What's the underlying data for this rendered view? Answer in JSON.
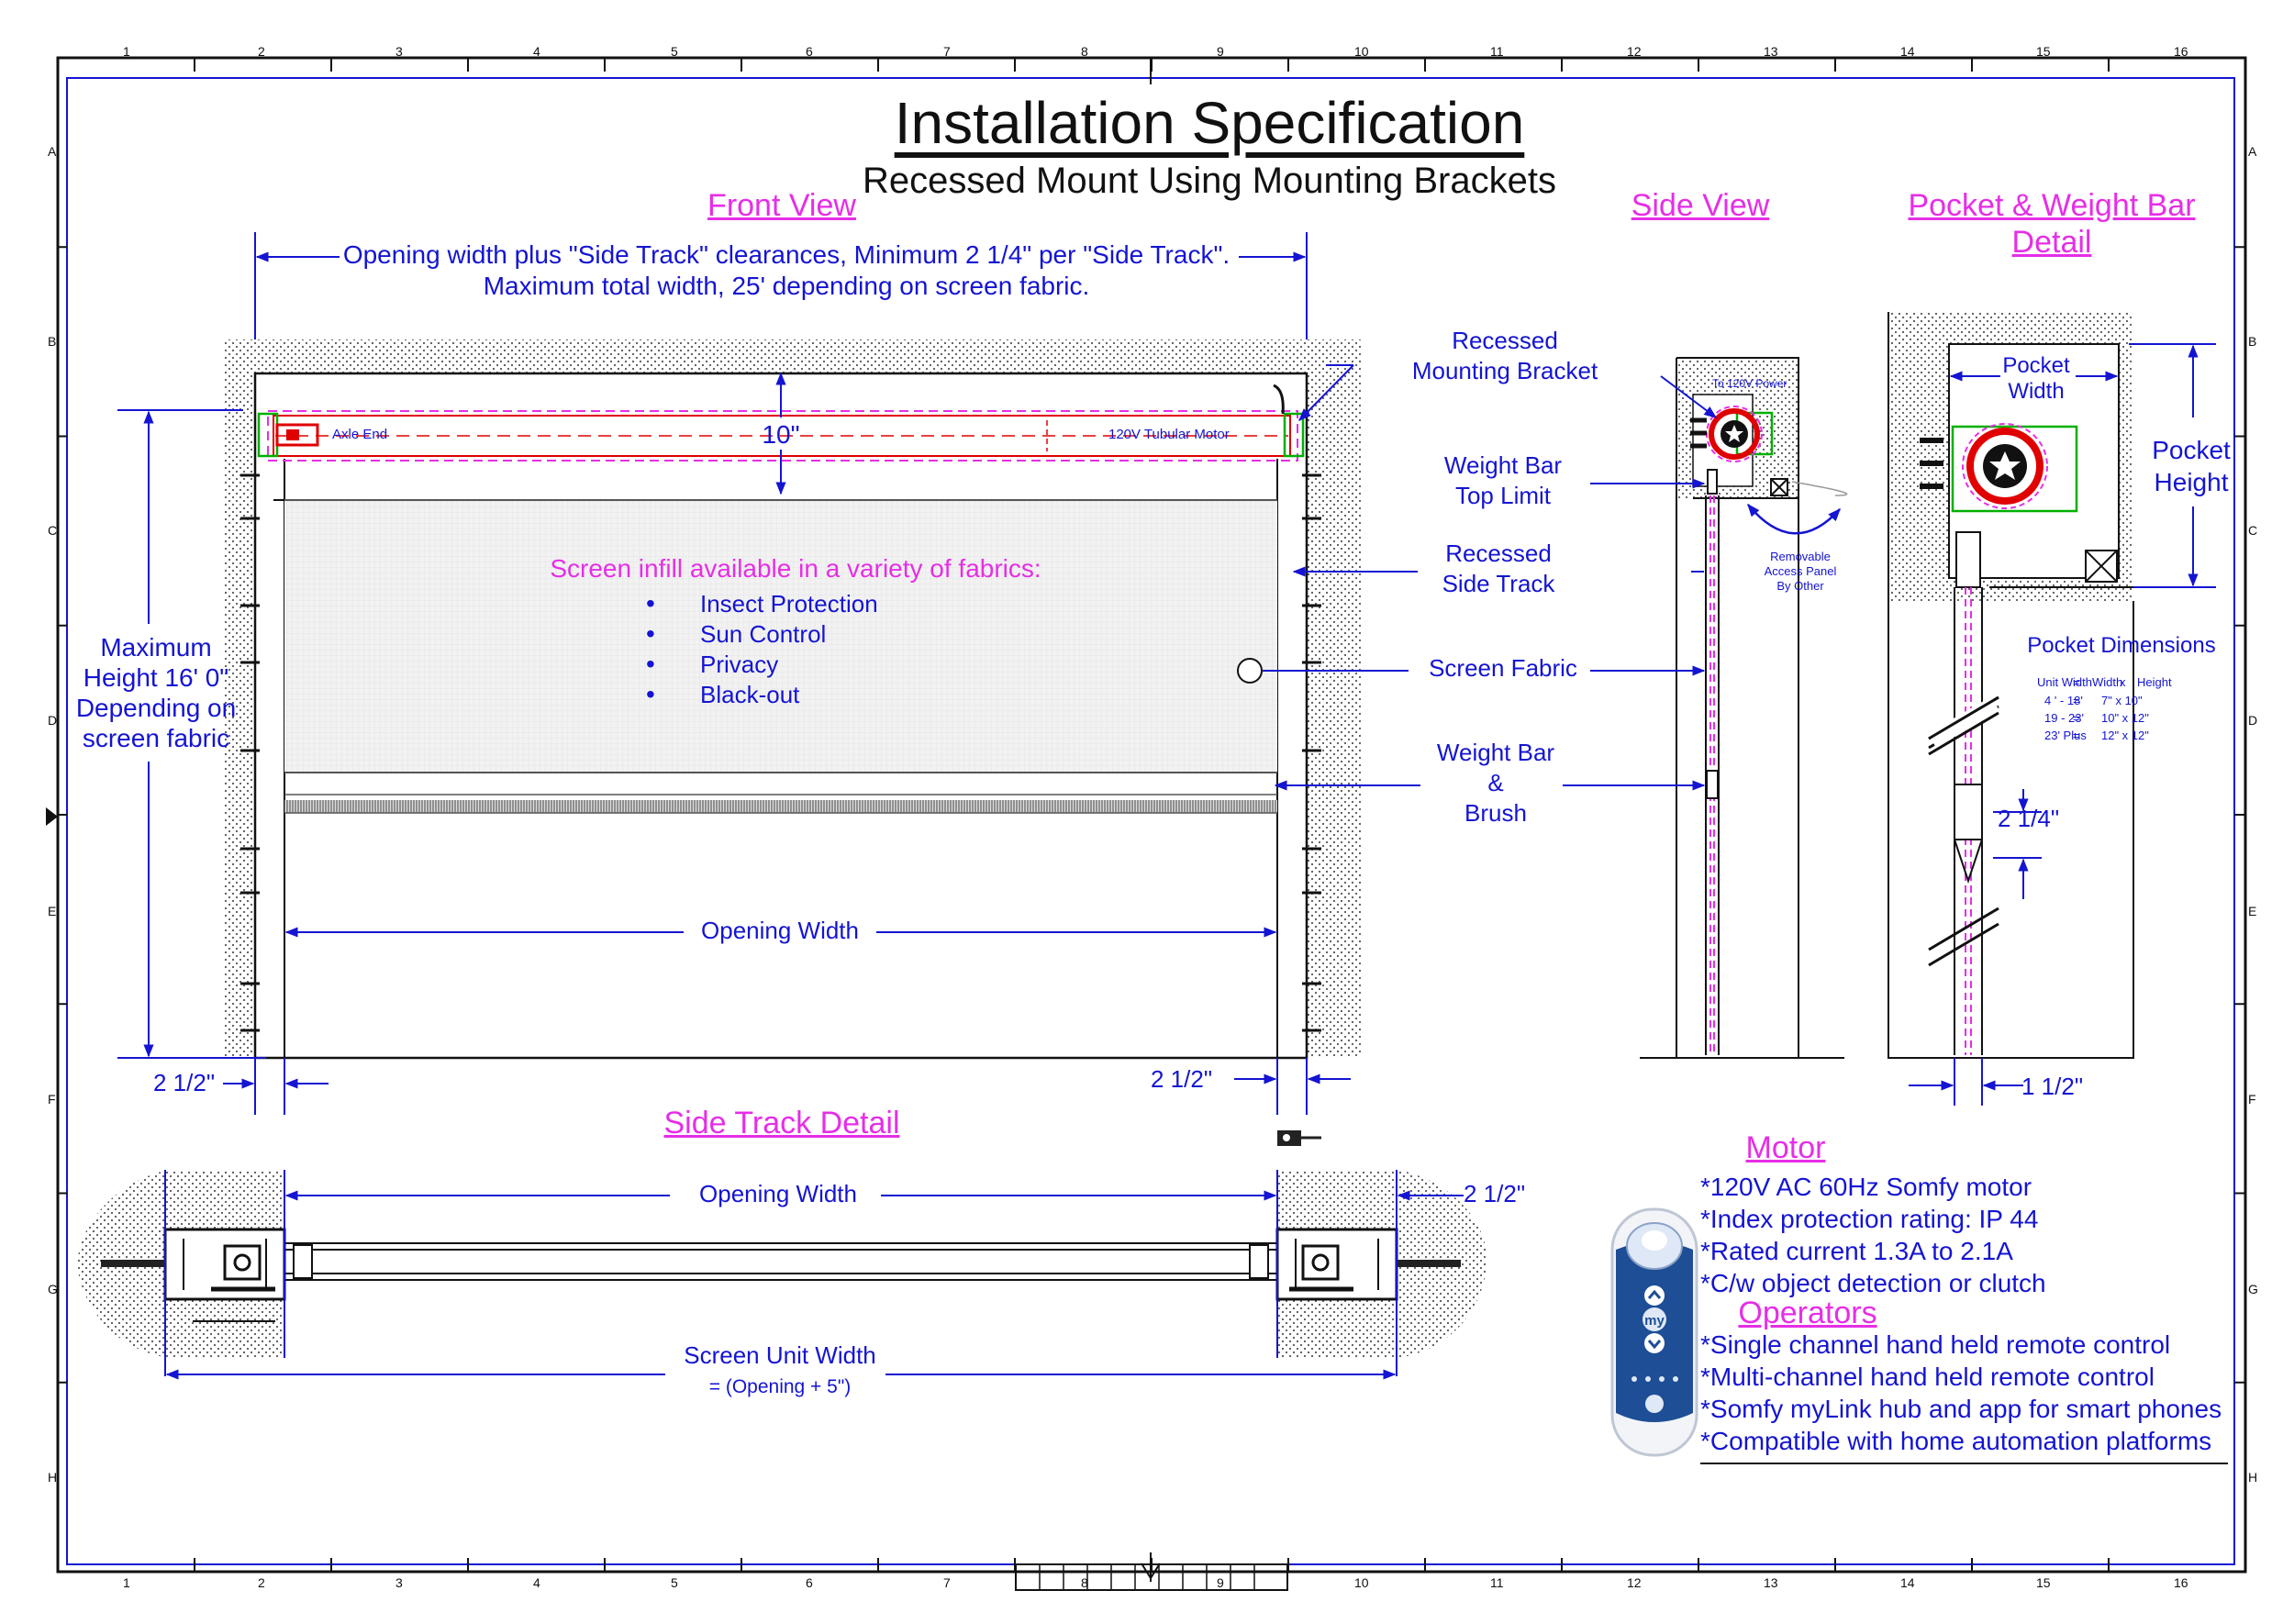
{
  "title": "Installation Specification",
  "subtitle": "Recessed Mount Using Mounting Brackets",
  "views": {
    "front": "Front View",
    "side": "Side View",
    "pocket": "Pocket & Weight Bar",
    "pocket_detail": "Detail",
    "side_track": "Side Track Detail"
  },
  "front_view": {
    "width_note_1": "Opening width plus \"Side Track\" clearances, Minimum 2 1/4\" per \"Side Track\".",
    "width_note_2": "Maximum total width, 25' depending on screen fabric.",
    "max_height_1": "Maximum",
    "max_height_2": "Height 16' 0\"",
    "max_height_3": "Depending on",
    "max_height_4": "screen fabric",
    "axle_end": "Axle End",
    "dim_10": "10\"",
    "motor_label": "120V Tubular  Motor",
    "infill_heading": "Screen infill available in a variety of fabrics:",
    "infill_items": [
      "Insect Protection",
      "Sun Control",
      "Privacy",
      "Black-out"
    ],
    "opening_width": "Opening Width",
    "left_clearance": "2 1/2\"",
    "right_clearance": "2 1/2\""
  },
  "callouts": {
    "recessed_1": "Recessed",
    "mounting_bracket": "Mounting Bracket",
    "weight_bar_1": "Weight Bar",
    "top_limit": "Top Limit",
    "recessed_2": "Recessed",
    "side_track": "Side Track",
    "screen_fabric": "Screen Fabric",
    "weight_bar_2": "Weight Bar",
    "amp": "&",
    "brush": "Brush"
  },
  "side_view": {
    "power": "To 120V Power",
    "access_1": "Removable",
    "access_2": "Access Panel",
    "access_3": "By Other"
  },
  "pocket_view": {
    "pocket_width_1": "Pocket",
    "pocket_width_2": "Width",
    "pocket_height_1": "Pocket",
    "pocket_height_2": "Height",
    "dims_title": "Pocket Dimensions",
    "dims_header": [
      "Unit Width",
      "=",
      "Width",
      "x",
      "Height"
    ],
    "dims_rows": [
      [
        "4 ' - 18'",
        "=",
        "7\" x 10\""
      ],
      [
        "19 - 23'",
        "=",
        "10\" x 12\""
      ],
      [
        "23' Plus",
        "=",
        "12\" x 12\""
      ]
    ],
    "dim_2_1_4": "2 1/4\"",
    "dim_1_1_2": "1 1/2\""
  },
  "side_track_detail": {
    "opening_width": "Opening Width",
    "clearance": "2 1/2\"",
    "unit_width": "Screen Unit Width",
    "unit_formula": "= (Opening + 5\")"
  },
  "motor": {
    "heading": "Motor",
    "specs": [
      "*120V AC 60Hz Somfy motor",
      "*Index protection rating:  IP 44",
      "*Rated current 1.3A to 2.1A",
      "*C/w object detection or clutch"
    ]
  },
  "operators": {
    "heading": "Operators",
    "items": [
      "*Single channel hand held remote control",
      "*Multi-channel hand held remote control",
      "*Somfy myLink hub and app for smart phones",
      "*Compatible with home automation platforms"
    ]
  },
  "remote": {
    "button_label": "my",
    "icon": "remote-control-icon"
  },
  "grid": {
    "columns": [
      "1",
      "2",
      "3",
      "4",
      "5",
      "6",
      "7",
      "8",
      "9",
      "10",
      "11",
      "12",
      "13",
      "14",
      "15",
      "16"
    ],
    "rows": [
      "A",
      "B",
      "C",
      "D",
      "E",
      "F",
      "G",
      "H"
    ]
  },
  "colors": {
    "dimension": "#1414d2",
    "label": "#e62ee6",
    "motor": "#e00000",
    "bracket": "#00b000",
    "line": "#111111"
  }
}
